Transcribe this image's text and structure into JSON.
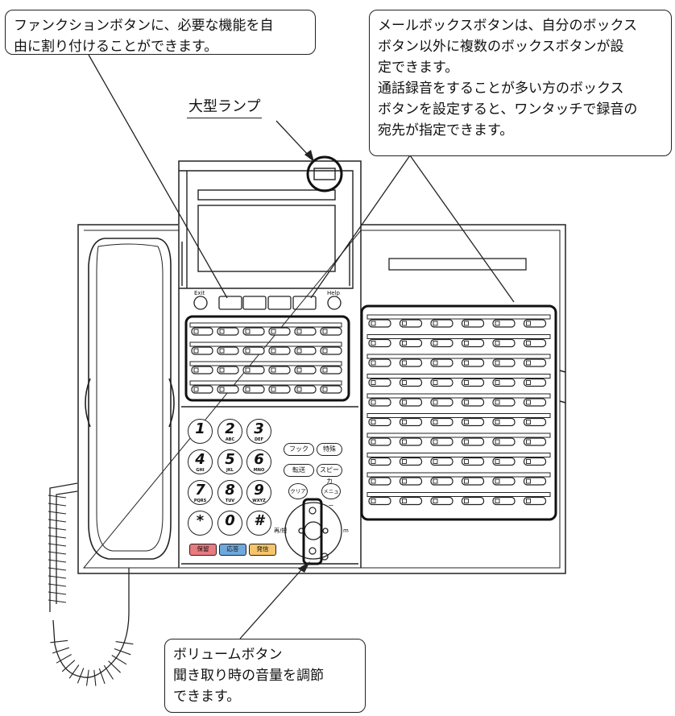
{
  "callouts": {
    "function_buttons": {
      "lines": [
        "ファンクションボタンに、必要な機能を自",
        "由に割り付けることができます。"
      ]
    },
    "mailbox_buttons": {
      "lines": [
        "メールボックスボタンは、自分のボックス",
        "ボタン以外に複数のボックスボタンが設",
        "定できます。",
        "通話録音をすることが多い方のボックス",
        "ボタンを設定すると、ワンタッチで録音の",
        "宛先が指定できます。"
      ]
    },
    "volume_button": {
      "lines": [
        "ボリュームボタン",
        "聞き取り時の音量を調節",
        "できます。"
      ]
    }
  },
  "lamp_label": "大型ランプ",
  "soft_keys": {
    "exit": "Exit",
    "help": "Help"
  },
  "dialpad": [
    {
      "digit": "1",
      "sub": ""
    },
    {
      "digit": "2",
      "sub": "ABC"
    },
    {
      "digit": "3",
      "sub": "DEF"
    },
    {
      "digit": "4",
      "sub": "GHI"
    },
    {
      "digit": "5",
      "sub": "JKL"
    },
    {
      "digit": "6",
      "sub": "MNO"
    },
    {
      "digit": "7",
      "sub": "PQRS"
    },
    {
      "digit": "8",
      "sub": "TUV"
    },
    {
      "digit": "9",
      "sub": "WXYZ"
    },
    {
      "digit": "*",
      "sub": ""
    },
    {
      "digit": "0",
      "sub": ""
    },
    {
      "digit": "#",
      "sub": ""
    }
  ],
  "function_keys": {
    "hook": "フック",
    "special": "特殊",
    "transfer": "転送",
    "speaker": "スピーカ",
    "clear": "クリア",
    "menu": "メニュー"
  },
  "color_buttons": [
    {
      "label": "保留",
      "color": "#e87a80"
    },
    {
      "label": "応答",
      "color": "#6fa8dc"
    },
    {
      "label": "発信",
      "color": "#f6c46a"
    }
  ],
  "nav_labels": {
    "left": "再/短",
    "right": "m"
  }
}
